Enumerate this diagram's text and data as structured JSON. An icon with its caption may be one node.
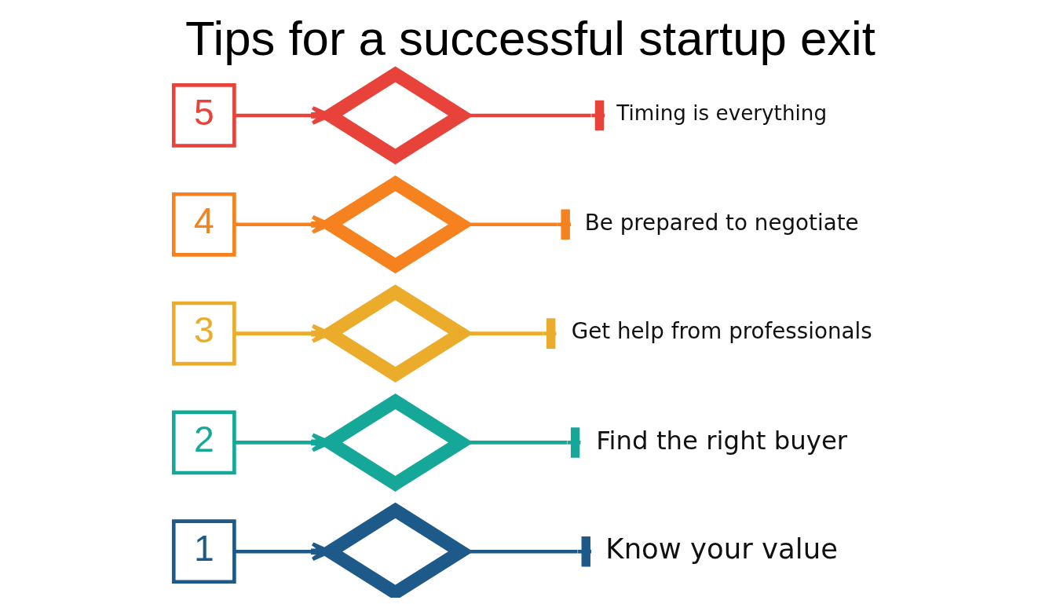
{
  "diagram": {
    "title": "Tips for a successful startup exit",
    "nodes": [
      {
        "text": [
          "5"
        ]
      },
      {
        "text": [],
        "shape": "diamond"
      },
      {
        "text": [
          "Timing is everything"
        ]
      },
      {
        "text": [
          "4"
        ]
      },
      {
        "text": [],
        "shape": "diamond"
      },
      {
        "text": [
          "Be prepared to negotiate"
        ]
      },
      {
        "text": [
          "3"
        ]
      },
      {
        "text": [],
        "shape": "diamond"
      },
      {
        "text": [
          "Get help from professionals"
        ]
      },
      {
        "text": [
          "2"
        ]
      },
      {
        "text": [],
        "shape": "diamond"
      },
      {
        "text": [
          "Find the right buyer"
        ]
      },
      {
        "text": [
          "1"
        ]
      },
      {
        "text": [],
        "shape": "diamond"
      },
      {
        "text": [
          "Know your value"
        ]
      }
    ],
    "edges": [
      {
        "from": 0,
        "to": 1,
        "arrow": "to",
        "color": "#e8433a"
      },
      {
        "from": 1,
        "to": 2,
        "arrow": "other",
        "color": "#e8433a"
      },
      {
        "from": 3,
        "to": 4,
        "arrow": "to",
        "color": "#f5821f"
      },
      {
        "from": 4,
        "to": 5,
        "arrow": "other",
        "color": "#f5821f"
      },
      {
        "from": 6,
        "to": 7,
        "arrow": "to",
        "color": "#ebab2b"
      },
      {
        "from": 7,
        "to": 8,
        "arrow": "other",
        "color": "#ebab2b"
      },
      {
        "from": 9,
        "to": 10,
        "arrow": "to",
        "color": "#15a898"
      },
      {
        "from": 10,
        "to": 11,
        "arrow": "other",
        "color": "#15a898"
      },
      {
        "from": 12,
        "to": 13,
        "arrow": "to",
        "color": "#1d5a8a"
      },
      {
        "from": 13,
        "to": 14,
        "arrow": "other",
        "color": "#1d5a8a"
      }
    ]
  }
}
